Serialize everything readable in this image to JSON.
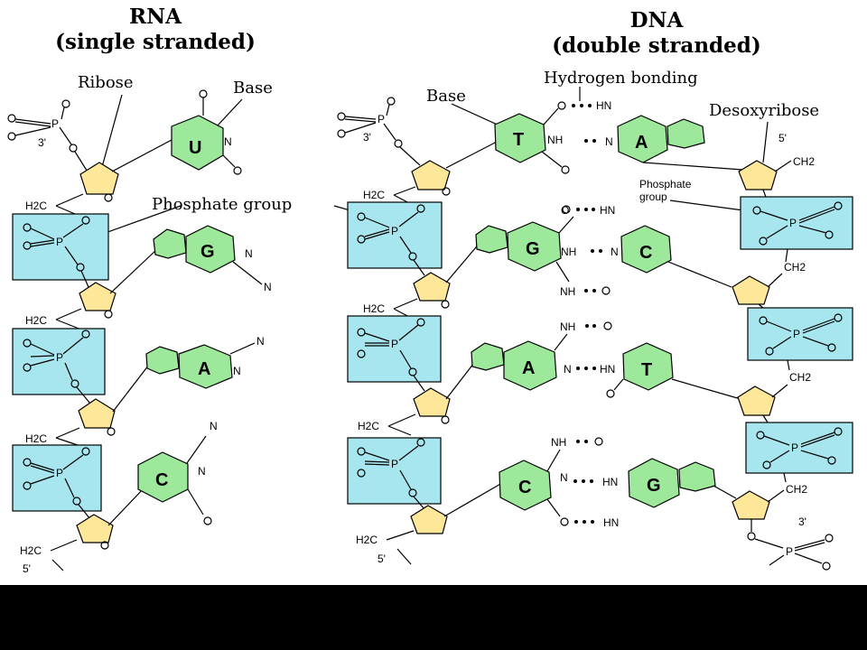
{
  "titles": {
    "rna_line1": "RNA",
    "rna_line2": "(single stranded)",
    "dna_line1": "DNA",
    "dna_line2": "(double stranded)"
  },
  "labels": {
    "ribose": "Ribose",
    "base": "Base",
    "phosphate_group": "Phosphate group",
    "hydrogen_bonding": "Hydrogen bonding",
    "desoxyribose": "Desoxyribose",
    "phosphate_group_small_1": "Phosphate",
    "phosphate_group_small_2": "group"
  },
  "rna_bases": [
    "U",
    "G",
    "A",
    "C"
  ],
  "dna_left_bases": [
    "T",
    "G",
    "A",
    "C"
  ],
  "dna_right_bases": [
    "A",
    "C",
    "T",
    "G"
  ],
  "atoms": {
    "h2c": "H2C",
    "ch2": "CH2",
    "p": "P",
    "o": "O",
    "n": "N",
    "nh": "NH",
    "hn": "HN",
    "three_prime": "3'",
    "five_prime": "5'"
  },
  "colors": {
    "phosphate_box": "#a8e6ef",
    "sugar": "#ffe79a",
    "base": "#9ee89c"
  }
}
